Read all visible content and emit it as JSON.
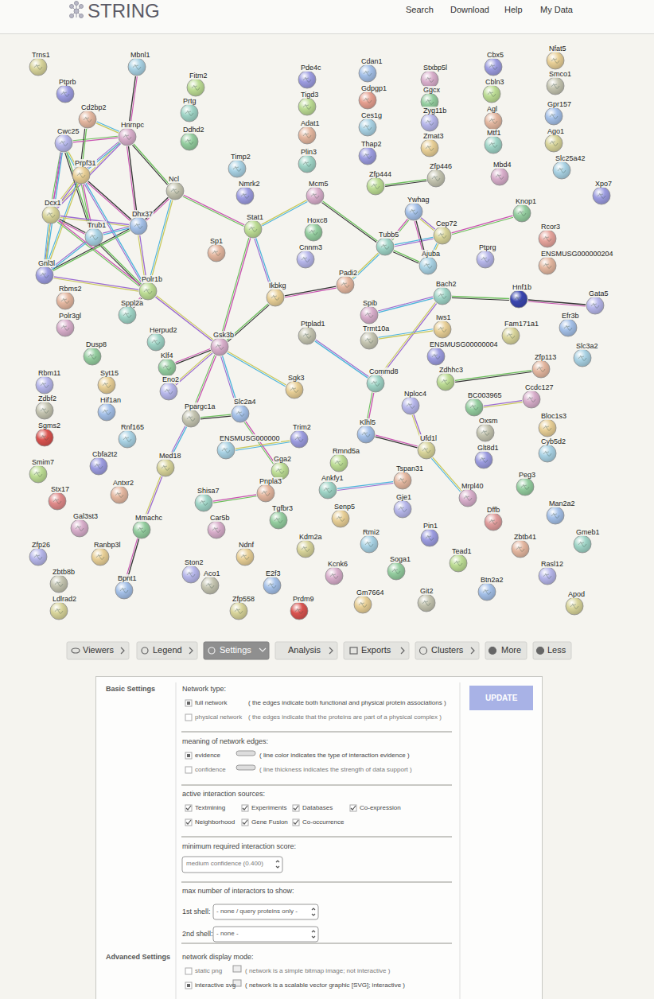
{
  "diagram": {
    "nodes": [
      {
        "text": [
          "Trns1"
        ]
      },
      {
        "text": [
          "Mbnl1"
        ]
      },
      {
        "text": [
          "Ptprb"
        ]
      },
      {
        "text": [
          "Fitm2"
        ]
      },
      {
        "text": [
          "Cd2bp2"
        ]
      },
      {
        "text": [
          "Prtg"
        ]
      },
      {
        "text": [
          "Hnrnpc"
        ]
      },
      {
        "text": [
          "Ddhd2"
        ]
      },
      {
        "text": [
          "Cwc25"
        ]
      },
      {
        "text": [
          "Prpf31"
        ]
      },
      {
        "text": [
          "Ncl"
        ]
      },
      {
        "text": [
          "Dhx37"
        ]
      },
      {
        "text": [
          "Dcx1"
        ]
      },
      {
        "text": [
          "Trub1"
        ]
      },
      {
        "text": [
          "Gnl3l"
        ]
      },
      {
        "text": [
          "Polr1b"
        ]
      },
      {
        "text": [
          "Rbms2"
        ]
      },
      {
        "text": [
          "Sppl2a"
        ]
      },
      {
        "text": [
          "Polr3gl"
        ]
      },
      {
        "text": [
          "Dusp8"
        ]
      },
      {
        "text": [
          "Rbm11"
        ]
      },
      {
        "text": [
          "Syt15"
        ]
      },
      {
        "text": [
          "Zdbf2"
        ]
      },
      {
        "text": [
          "Hif1an"
        ]
      },
      {
        "text": [
          "Sgms2"
        ]
      },
      {
        "text": [
          "Rnf165"
        ]
      },
      {
        "text": [
          "Cbfa2t2"
        ]
      },
      {
        "text": [
          "Smim7"
        ]
      },
      {
        "text": [
          "Antxr2"
        ]
      },
      {
        "text": [
          "Stx17"
        ]
      },
      {
        "text": [
          "Gal3st3"
        ]
      },
      {
        "text": [
          "Mmachc"
        ]
      },
      {
        "text": [
          "Zfp26"
        ]
      },
      {
        "text": [
          "Ranbp3l"
        ]
      },
      {
        "text": [
          "Zbtb8b"
        ]
      },
      {
        "text": [
          "Bpnt1"
        ]
      },
      {
        "text": [
          "Ldlrad2"
        ]
      },
      {
        "text": [
          "Timp2"
        ]
      },
      {
        "text": [
          "Nmrk2"
        ]
      },
      {
        "text": [
          "Stat1"
        ]
      },
      {
        "text": [
          "Sp1"
        ]
      },
      {
        "text": [
          "Herpud2"
        ]
      },
      {
        "text": [
          "Gsk3b"
        ]
      },
      {
        "text": [
          "Klf4"
        ]
      },
      {
        "text": [
          "Eno2"
        ]
      },
      {
        "text": [
          "Sgk3"
        ]
      },
      {
        "text": [
          "Ppargc1a"
        ]
      },
      {
        "text": [
          "Slc2a4"
        ]
      },
      {
        "text": [
          "Med18"
        ]
      },
      {
        "text": [
          "ENSMUSG000000"
        ]
      },
      {
        "text": [
          "Trim2"
        ]
      },
      {
        "text": [
          "Gga2"
        ]
      },
      {
        "text": [
          "Pnpla3"
        ]
      },
      {
        "text": [
          "Shisa7"
        ]
      },
      {
        "text": [
          "Car5b"
        ]
      },
      {
        "text": [
          "Tgfbr3"
        ]
      },
      {
        "text": [
          "Ston2"
        ]
      },
      {
        "text": [
          "Ndnf"
        ]
      },
      {
        "text": [
          "Aco1"
        ]
      },
      {
        "text": [
          "E2f3"
        ]
      },
      {
        "text": [
          "Zfp558"
        ]
      },
      {
        "text": [
          "Prdm9"
        ]
      },
      {
        "text": [
          "Pde4c"
        ]
      },
      {
        "text": [
          "Tigd3"
        ]
      },
      {
        "text": [
          "Adat1"
        ]
      },
      {
        "text": [
          "Plin3"
        ]
      },
      {
        "text": [
          "Mcm5"
        ]
      },
      {
        "text": [
          "Hoxc8"
        ]
      },
      {
        "text": [
          "Cnnm3"
        ]
      },
      {
        "text": [
          "Ikbkg"
        ]
      },
      {
        "text": [
          "Ptplad1"
        ]
      },
      {
        "text": [
          "Cdan1"
        ]
      },
      {
        "text": [
          "Gdpgp1"
        ]
      },
      {
        "text": [
          "Ces1g"
        ]
      },
      {
        "text": [
          "Thap2"
        ]
      },
      {
        "text": [
          "Zfp444"
        ]
      },
      {
        "text": [
          "Padi2"
        ]
      },
      {
        "text": [
          "Tubb5"
        ]
      },
      {
        "text": [
          "Stxbp5l"
        ]
      },
      {
        "text": [
          "Ggcx"
        ]
      },
      {
        "text": [
          "Zyg11b"
        ]
      },
      {
        "text": [
          "Zmat3"
        ]
      },
      {
        "text": [
          "Zfp446"
        ]
      },
      {
        "text": [
          "Ywhag"
        ]
      },
      {
        "text": [
          "Cep72"
        ]
      },
      {
        "text": [
          "Ajuba"
        ]
      },
      {
        "text": [
          "Cbx5"
        ]
      },
      {
        "text": [
          "Cbln3"
        ]
      },
      {
        "text": [
          "Agl"
        ]
      },
      {
        "text": [
          "Mtf1"
        ]
      },
      {
        "text": [
          "Mbd4"
        ]
      },
      {
        "text": [
          "Knop1"
        ]
      },
      {
        "text": [
          "Ptprg"
        ]
      },
      {
        "text": [
          "Nfat5"
        ]
      },
      {
        "text": [
          "Smco1"
        ]
      },
      {
        "text": [
          "Gpr157"
        ]
      },
      {
        "text": [
          "Ago1"
        ]
      },
      {
        "text": [
          "Slc25a42"
        ]
      },
      {
        "text": [
          "Xpo7"
        ]
      },
      {
        "text": [
          "Rcor3"
        ]
      },
      {
        "text": [
          "ENSMUSG000000204"
        ]
      },
      {
        "text": [
          "Bach2"
        ]
      },
      {
        "text": [
          "Spib"
        ]
      },
      {
        "text": [
          "Hnf1b"
        ]
      },
      {
        "text": [
          "Gata5"
        ]
      },
      {
        "text": [
          "Iws1"
        ]
      },
      {
        "text": [
          "Trmt10a"
        ]
      },
      {
        "text": [
          "Efr3b"
        ]
      },
      {
        "text": [
          "Fam171a1"
        ]
      },
      {
        "text": [
          "Slc3a2"
        ]
      },
      {
        "text": [
          "ENSMUSG00000004"
        ]
      },
      {
        "text": [
          "Zdhhc3"
        ]
      },
      {
        "text": [
          "Zfp113"
        ]
      },
      {
        "text": [
          "Commd8"
        ]
      },
      {
        "text": [
          "Ccdc127"
        ]
      },
      {
        "text": [
          "BC003965"
        ]
      },
      {
        "text": [
          "Nploc4"
        ]
      },
      {
        "text": [
          "Bloc1s3"
        ]
      },
      {
        "text": [
          "Oxsm"
        ]
      },
      {
        "text": [
          "Klhl5"
        ]
      },
      {
        "text": [
          "Ufd1l"
        ]
      },
      {
        "text": [
          "Cyb5d2"
        ]
      },
      {
        "text": [
          "Glt8d1"
        ]
      },
      {
        "text": [
          "Rmnd5a"
        ]
      },
      {
        "text": [
          "Tspan31"
        ]
      },
      {
        "text": [
          "Ankfy1"
        ]
      },
      {
        "text": [
          "Mrpl40"
        ]
      },
      {
        "text": [
          "Peg3"
        ]
      },
      {
        "text": [
          "Gje1"
        ]
      },
      {
        "text": [
          "Senp5"
        ]
      },
      {
        "text": [
          "Dffb"
        ]
      },
      {
        "text": [
          "Man2a2"
        ]
      },
      {
        "text": [
          "Kdm2a"
        ]
      },
      {
        "text": [
          "Rmi2"
        ]
      },
      {
        "text": [
          "Pin1"
        ]
      },
      {
        "text": [
          "Tead1"
        ]
      },
      {
        "text": [
          "Zbtb41"
        ]
      },
      {
        "text": [
          "Gmeb1"
        ]
      },
      {
        "text": [
          "Kcnk6"
        ]
      },
      {
        "text": [
          "Soga1"
        ]
      },
      {
        "text": [
          "Rasl12"
        ]
      },
      {
        "text": [
          "Gm7664"
        ]
      },
      {
        "text": [
          "Git2"
        ]
      },
      {
        "text": [
          "Btn2a2"
        ]
      },
      {
        "text": [
          "Apod"
        ]
      }
    ],
    "edges": [
      {
        "from": 6,
        "to": 1,
        "arrow": "none"
      },
      {
        "from": 6,
        "to": 4,
        "arrow": "none"
      },
      {
        "from": 6,
        "to": 8,
        "arrow": "none"
      },
      {
        "from": 6,
        "to": 9,
        "arrow": "none"
      },
      {
        "from": 6,
        "to": 10,
        "arrow": "none"
      },
      {
        "from": 6,
        "to": 12,
        "arrow": "none"
      },
      {
        "from": 6,
        "to": 11,
        "arrow": "none"
      },
      {
        "from": 8,
        "to": 9,
        "arrow": "none"
      },
      {
        "from": 8,
        "to": 12,
        "arrow": "none"
      },
      {
        "from": 8,
        "to": 14,
        "arrow": "none"
      },
      {
        "from": 8,
        "to": 13,
        "arrow": "none"
      },
      {
        "from": 9,
        "to": 12,
        "arrow": "none"
      },
      {
        "from": 9,
        "to": 11,
        "arrow": "none"
      },
      {
        "from": 9,
        "to": 14,
        "arrow": "none"
      },
      {
        "from": 9,
        "to": 13,
        "arrow": "none"
      },
      {
        "from": 9,
        "to": 15,
        "arrow": "none"
      },
      {
        "from": 4,
        "to": 9,
        "arrow": "none"
      },
      {
        "from": 12,
        "to": 11,
        "arrow": "none"
      },
      {
        "from": 12,
        "to": 13,
        "arrow": "none"
      },
      {
        "from": 12,
        "to": 14,
        "arrow": "none"
      },
      {
        "from": 12,
        "to": 15,
        "arrow": "none"
      },
      {
        "from": 11,
        "to": 13,
        "arrow": "none"
      },
      {
        "from": 11,
        "to": 14,
        "arrow": "none"
      },
      {
        "from": 11,
        "to": 15,
        "arrow": "none"
      },
      {
        "from": 11,
        "to": 10,
        "arrow": "none"
      },
      {
        "from": 10,
        "to": 15,
        "arrow": "none"
      },
      {
        "from": 10,
        "to": 39,
        "arrow": "none"
      },
      {
        "from": 13,
        "to": 14,
        "arrow": "none"
      },
      {
        "from": 13,
        "to": 15,
        "arrow": "none"
      },
      {
        "from": 14,
        "to": 15,
        "arrow": "none"
      },
      {
        "from": 15,
        "to": 17,
        "arrow": "none"
      },
      {
        "from": 39,
        "to": 66,
        "arrow": "none"
      },
      {
        "from": 39,
        "to": 42,
        "arrow": "none"
      },
      {
        "from": 39,
        "to": 69,
        "arrow": "none"
      },
      {
        "from": 66,
        "to": 77,
        "arrow": "none"
      },
      {
        "from": 42,
        "to": 15,
        "arrow": "none"
      },
      {
        "from": 42,
        "to": 43,
        "arrow": "none"
      },
      {
        "from": 42,
        "to": 45,
        "arrow": "none"
      },
      {
        "from": 42,
        "to": 46,
        "arrow": "none"
      },
      {
        "from": 42,
        "to": 47,
        "arrow": "none"
      },
      {
        "from": 42,
        "to": 69,
        "arrow": "none"
      },
      {
        "from": 42,
        "to": 44,
        "arrow": "none"
      },
      {
        "from": 69,
        "to": 76,
        "arrow": "none"
      },
      {
        "from": 76,
        "to": 77,
        "arrow": "none"
      },
      {
        "from": 77,
        "to": 83,
        "arrow": "none"
      },
      {
        "from": 77,
        "to": 84,
        "arrow": "none"
      },
      {
        "from": 77,
        "to": 85,
        "arrow": "none"
      },
      {
        "from": 83,
        "to": 84,
        "arrow": "none"
      },
      {
        "from": 83,
        "to": 85,
        "arrow": "none"
      },
      {
        "from": 84,
        "to": 85,
        "arrow": "none"
      },
      {
        "from": 84,
        "to": 91,
        "arrow": "none"
      },
      {
        "from": 101,
        "to": 102,
        "arrow": "none"
      },
      {
        "from": 101,
        "to": 103,
        "arrow": "none"
      },
      {
        "from": 101,
        "to": 113,
        "arrow": "none"
      },
      {
        "from": 103,
        "to": 104,
        "arrow": "none"
      },
      {
        "from": 105,
        "to": 106,
        "arrow": "none"
      },
      {
        "from": 113,
        "to": 119,
        "arrow": "none"
      },
      {
        "from": 113,
        "to": 70,
        "arrow": "none"
      },
      {
        "from": 111,
        "to": 112,
        "arrow": "none"
      },
      {
        "from": 116,
        "to": 120,
        "arrow": "none"
      },
      {
        "from": 120,
        "to": 119,
        "arrow": "none"
      },
      {
        "from": 120,
        "to": 126,
        "arrow": "none"
      },
      {
        "from": 47,
        "to": 51,
        "arrow": "none"
      },
      {
        "from": 46,
        "to": 48,
        "arrow": "none"
      },
      {
        "from": 46,
        "to": 47,
        "arrow": "none"
      },
      {
        "from": 48,
        "to": 31,
        "arrow": "none"
      },
      {
        "from": 31,
        "to": 35,
        "arrow": "none"
      },
      {
        "from": 49,
        "to": 50,
        "arrow": "none"
      },
      {
        "from": 53,
        "to": 52,
        "arrow": "none"
      },
      {
        "from": 125,
        "to": 124,
        "arrow": "none"
      },
      {
        "from": 75,
        "to": 82,
        "arrow": "none"
      },
      {
        "from": 115,
        "to": 114,
        "arrow": "none"
      }
    ],
    "labels": [
      "STRING",
      "Search",
      "Download",
      "Help",
      "My Data",
      "Viewers",
      "Legend",
      "Settings",
      "Analysis",
      "Exports",
      "Clusters",
      "More",
      "Less",
      "Basic Settings",
      "Network type:",
      "full network",
      "( the edges indicate both functional and physical protein associations )",
      "physical network",
      "( the edges indicate that the proteins are part of a physical complex )",
      "meaning of network edges:",
      "evidence",
      "( line color indicates the type of interaction evidence )",
      "confidence",
      "( line thickness indicates the strength of data support )",
      "active interaction sources:",
      "Textmining",
      "Experiments",
      "Databases",
      "Co-expression",
      "Neighborhood",
      "Gene Fusion",
      "Co-occurrence",
      "minimum required interaction score:",
      "medium confidence (0.400)",
      "max number of interactors to show:",
      "1st shell:",
      "- none / query proteins only -",
      "2nd shell:",
      "- none -",
      "UPDATE",
      "Advanced Settings",
      "network display mode:",
      "static png",
      "( network is a simple bitmap image; not interactive )",
      "interactive svg",
      "( network is a scalable vector graphic [SVG]; interactive )"
    ]
  }
}
